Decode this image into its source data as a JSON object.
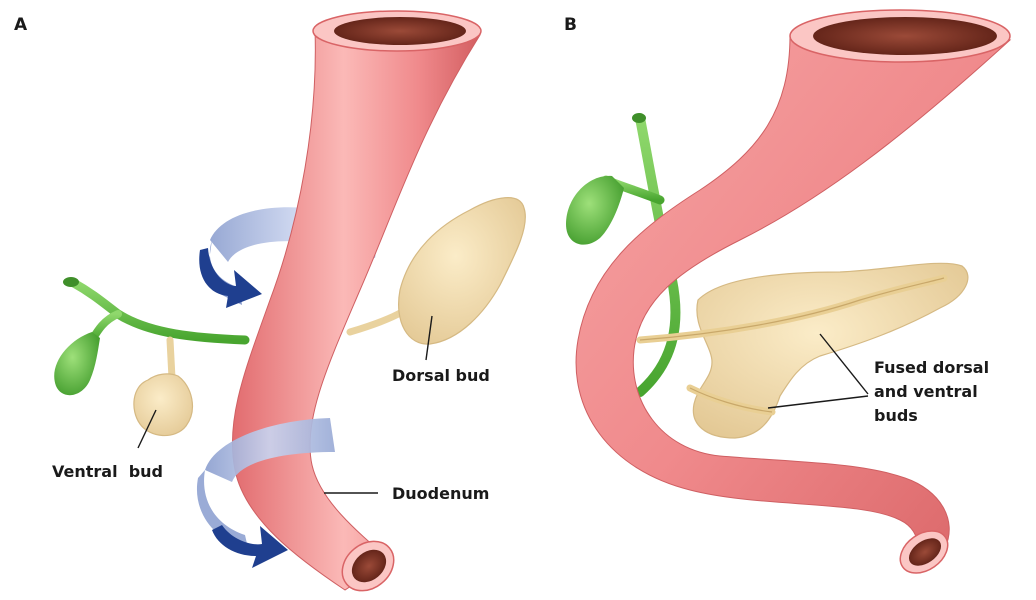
{
  "panels": [
    {
      "letter": "A",
      "labels": {
        "dorsal_bud": "Dorsal bud",
        "ventral_bud": "Ventral  bud",
        "duodenum": "Duodenum"
      }
    },
    {
      "letter": "B",
      "labels": {
        "fused_line1": "Fused dorsal",
        "fused_line2": "and ventral",
        "fused_line3": "buds"
      }
    }
  ],
  "colors": {
    "duodenum": "#f0888a",
    "duodenum_light": "#fbc0bf",
    "duodenum_dark": "#d96466",
    "lumen": "#6e2a1e",
    "bile_duct": "#6fc24f",
    "bile_duct_dark": "#3f8f2a",
    "pancreas": "#f4dfae",
    "pancreas_dark": "#d9bd83",
    "rotation_arrow": "#a9b8dc",
    "rotation_head": "#1f3f8f"
  }
}
